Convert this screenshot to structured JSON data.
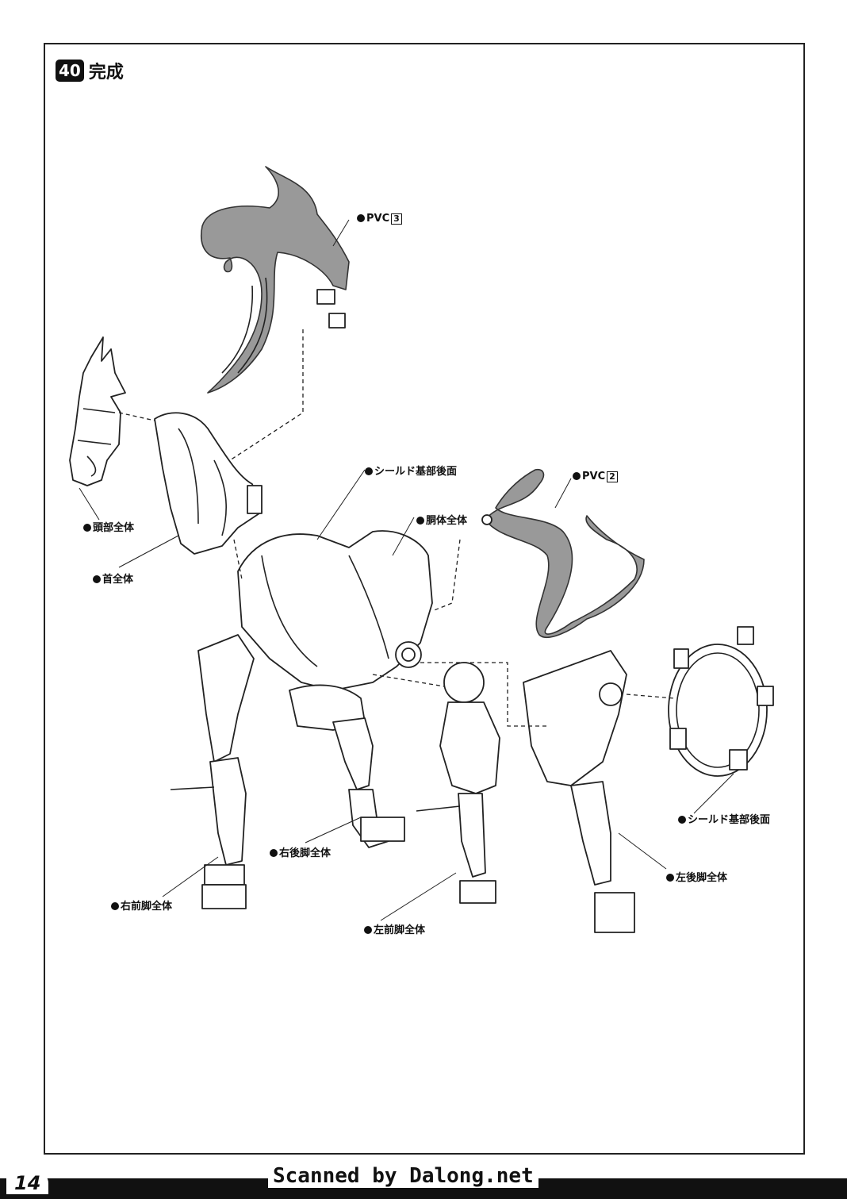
{
  "step": {
    "number": "40",
    "title": "完成"
  },
  "labels": {
    "pvc3": {
      "text": "PVC",
      "num": "3"
    },
    "pvc2": {
      "text": "PVC",
      "num": "2"
    },
    "head": "頭部全体",
    "neck": "首全体",
    "shield_back_top": "シールド基部後面",
    "torso": "胴体全体",
    "shield_back_right": "シールド基部後面",
    "right_hind_leg": "右後脚全体",
    "right_front_leg": "右前脚全体",
    "left_front_leg": "左前脚全体",
    "left_hind_leg": "左後脚全体"
  },
  "footer": {
    "page": "14",
    "credit": "Scanned by Dalong.net"
  }
}
